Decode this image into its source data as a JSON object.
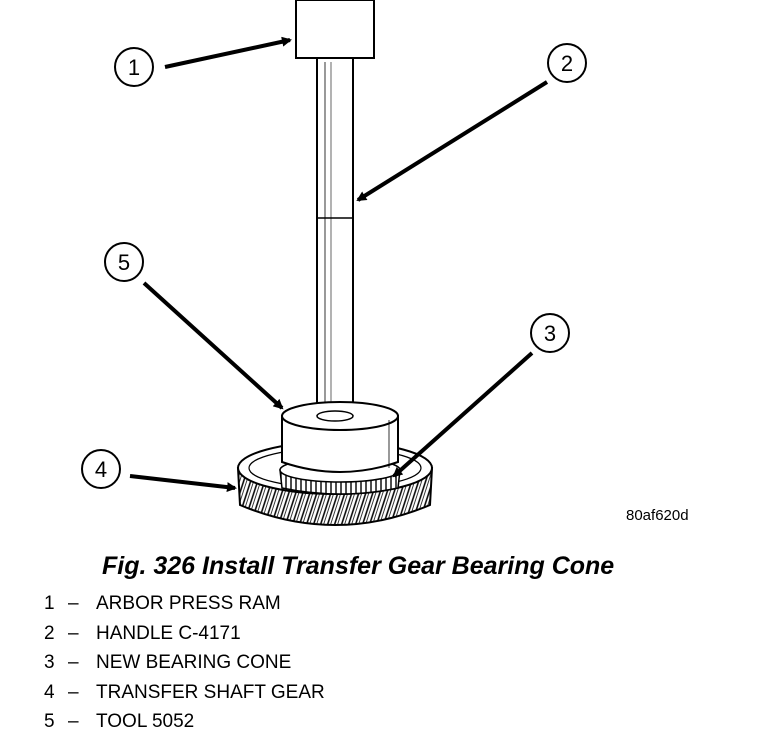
{
  "figure": {
    "callouts": [
      "1",
      "2",
      "3",
      "4",
      "5"
    ],
    "image_code": "80af620d"
  },
  "caption": "Fig. 326 Install Transfer Gear Bearing Cone",
  "legend": [
    {
      "num": "1",
      "sep": "–",
      "label": "ARBOR PRESS RAM"
    },
    {
      "num": "2",
      "sep": "–",
      "label": "HANDLE C-4171"
    },
    {
      "num": "3",
      "sep": "–",
      "label": "NEW BEARING CONE"
    },
    {
      "num": "4",
      "sep": "–",
      "label": "TRANSFER SHAFT GEAR"
    },
    {
      "num": "5",
      "sep": "–",
      "label": "TOOL 5052"
    }
  ]
}
